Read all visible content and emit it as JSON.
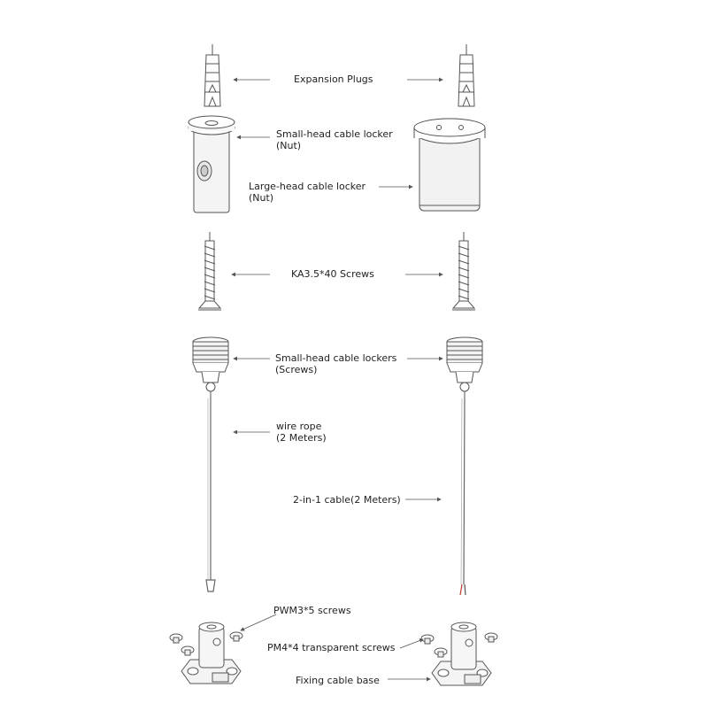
{
  "labels": {
    "expansion_plugs": "Expansion Plugs",
    "small_nut_line1": "Small-head cable locker",
    "small_nut_line2": "(Nut)",
    "large_nut_line1": "Large-head cable locker",
    "large_nut_line2": "(Nut)",
    "screws_ka": "KA3.5*40 Screws",
    "small_screws_line1": "Small-head cable lockers",
    "small_screws_line2": "(Screws)",
    "wire_rope_line1": "wire rope",
    "wire_rope_line2": "(2 Meters)",
    "cable_2in1": "2-in-1 cable(2 Meters)",
    "pwm_screws": "PWM3*5 screws",
    "pm_screws": "PM4*4 transparent screws",
    "fixing_base": "Fixing cable base"
  },
  "colors": {
    "line": "#555555",
    "text": "#222222",
    "cable_tip_red": "#c0392b"
  }
}
